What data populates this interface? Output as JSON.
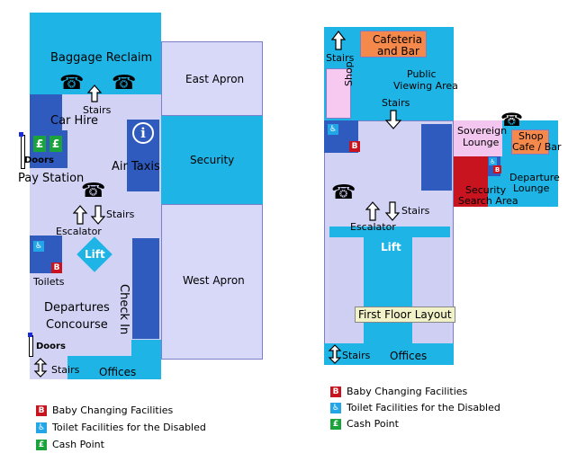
{
  "ground": {
    "baggage_reclaim": "Baggage Reclaim",
    "east_apron": "East Apron",
    "security": "Security",
    "west_apron": "West Apron",
    "stairs_top": "Stairs",
    "car_hire": "Car Hire",
    "air_taxis": "Air Taxis",
    "stairs_mid": "Stairs",
    "escalator": "Escalator",
    "lift": "Lift",
    "toilets": "Toilets",
    "check_in": "Check In",
    "departures_line1": "Departures",
    "departures_line2": "Concourse",
    "doors_top": "Doors",
    "doors_bottom": "Doors",
    "pay_station": "Pay Station",
    "stairs_bottom": "Stairs",
    "offices": "Offices",
    "cash_symbol": "£"
  },
  "first": {
    "cafeteria_line1": "Cafeteria",
    "cafeteria_line2": "and Bar",
    "stairs_top": "Stairs",
    "public_line1": "Public",
    "public_line2": "Viewing Area",
    "shop": "Shop",
    "stairs_mid": "Stairs",
    "sovereign_line1": "Sovereign",
    "sovereign_line2": "Lounge",
    "shop_cafe_line1": "Shop",
    "shop_cafe_line2": "Cafe / Bar",
    "security_line1": "Security",
    "security_line2": "Search Area",
    "departure_line1": "Departure",
    "departure_line2": "Lounge",
    "stairs_esc": "Stairs",
    "escalator": "Escalator",
    "lift": "Lift",
    "layout_title": "First Floor Layout",
    "stairs_bottom": "Stairs",
    "offices": "Offices"
  },
  "legend": {
    "baby": "Baby Changing Facilities",
    "disabled": "Toilet Facilities for the Disabled",
    "cash": "Cash Point",
    "baby_symbol": "B",
    "cash_symbol": "£"
  },
  "colors": {
    "corridor": "#1eb4e6",
    "concourse": "#d2d2f5",
    "navy": "#2f5bbf",
    "security_search": "#c8141e",
    "shop": "#f7c8f0",
    "cafeteria": "#f5894b"
  }
}
